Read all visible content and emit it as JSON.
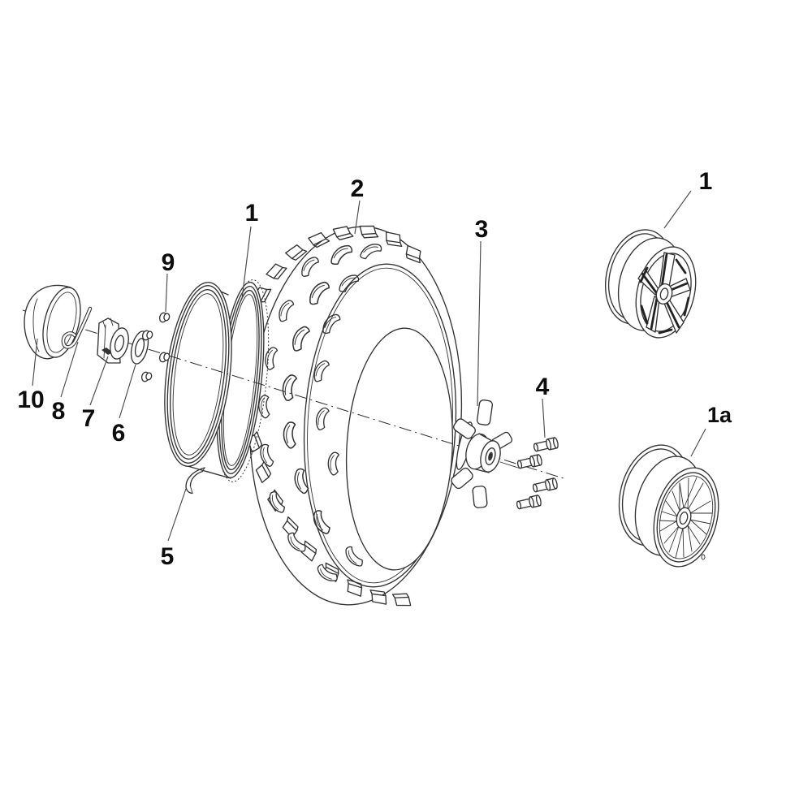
{
  "canvas": {
    "background": "#ffffff",
    "line_color": "#333333",
    "leader_color": "#4a4a4a",
    "label_color": "#0d0d0d"
  },
  "callouts": [
    {
      "label": "1",
      "part": "wheel-rim"
    },
    {
      "label": "2",
      "part": "tire"
    },
    {
      "label": "3",
      "part": "wheel-hub"
    },
    {
      "label": "4",
      "part": "hub-bolts"
    },
    {
      "label": "5",
      "part": "rim-clip"
    },
    {
      "label": "6",
      "part": "washer"
    },
    {
      "label": "7",
      "part": "castle-nut"
    },
    {
      "label": "8",
      "part": "cotter-pin"
    },
    {
      "label": "9",
      "part": "lug-nuts"
    },
    {
      "label": "10",
      "part": "dust-cap"
    },
    {
      "label": "1",
      "part": "alloy-wheel-style-1"
    },
    {
      "label": "1a",
      "part": "alloy-wheel-style-1a"
    }
  ]
}
